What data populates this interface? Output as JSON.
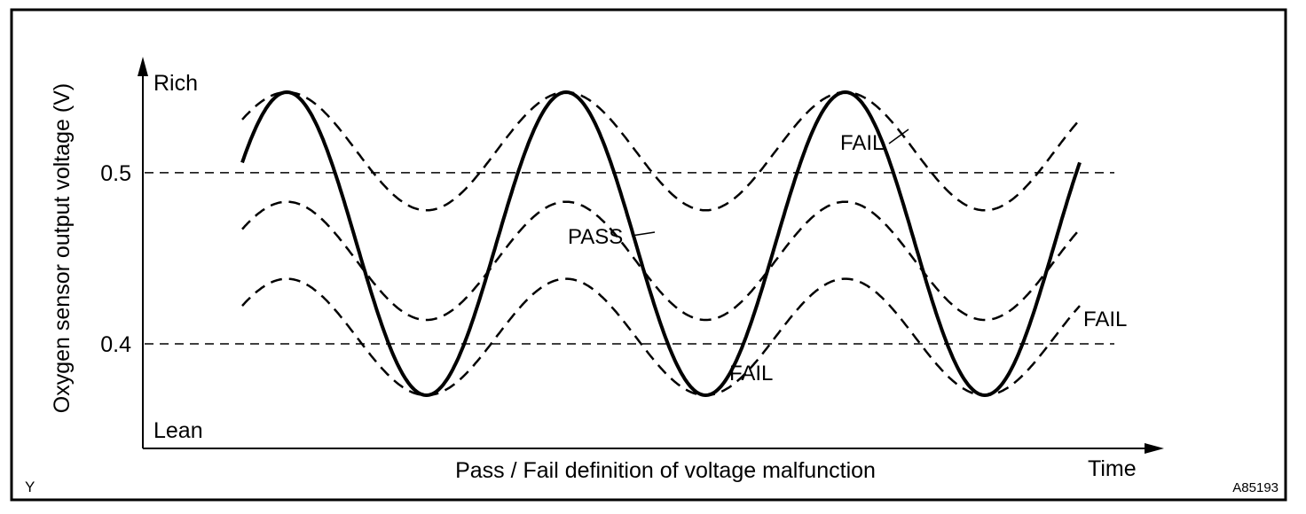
{
  "chart_data": {
    "type": "line",
    "xlabel": "Pass / Fail definition of voltage malfunction",
    "x_end_label": "Time",
    "ylabel": "Oxygen sensor output voltage (V)",
    "y_top_label": "Rich",
    "y_bottom_label": "Lean",
    "yticks": [
      0.5,
      0.4
    ],
    "reference_lines": [
      0.5,
      0.4
    ],
    "ylim": [
      0.34,
      0.56
    ],
    "x_range": [
      0,
      3
    ],
    "cycles": 3,
    "series": [
      {
        "name": "PASS",
        "style": "solid",
        "min": 0.37,
        "max": 0.547,
        "phase": "peak-at-cycle-middle"
      },
      {
        "name": "FAIL",
        "style": "dashed",
        "min": 0.478,
        "max": 0.547,
        "phase": "peak-at-cycle-middle"
      },
      {
        "name": "FAIL",
        "style": "dashed",
        "min": 0.414,
        "max": 0.483,
        "phase": "peak-at-cycle-middle"
      },
      {
        "name": "FAIL",
        "style": "dashed",
        "min": 0.37,
        "max": 0.438,
        "phase": "peak-at-cycle-middle"
      }
    ],
    "annotations": [
      {
        "text": "PASS",
        "target_series": 0
      },
      {
        "text": "FAIL",
        "target_series": 1
      },
      {
        "text": "FAIL",
        "target_series": 2
      },
      {
        "text": "FAIL",
        "target_series": 3
      }
    ]
  },
  "figure_id": "A85193",
  "corner_mark": "Y"
}
